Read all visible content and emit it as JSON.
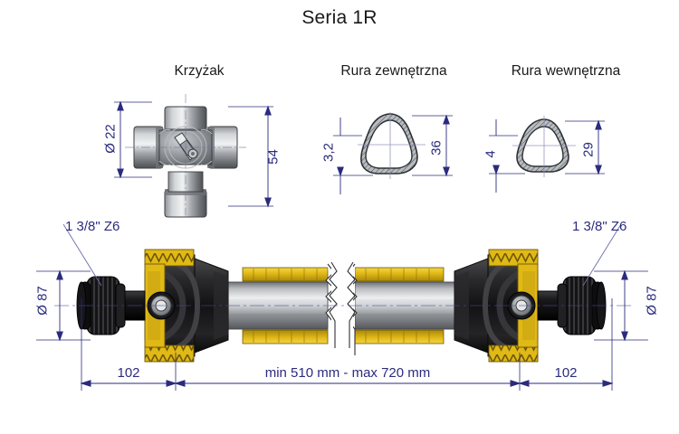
{
  "drawing": {
    "title": "Seria 1R",
    "background_color": "#ffffff",
    "dimension_color": "#2b2b7e",
    "text_color": "#1a1a1a",
    "guard_color": "#e8c11c",
    "body_color": "#1c1c1c",
    "steel_color": "#9a9a9a"
  },
  "parts": {
    "cross": {
      "label": "Krzyżak",
      "dim_diameter": "Ø 22",
      "dim_length": "54"
    },
    "outer_tube": {
      "label": "Rura zewnętrzna",
      "dim_wall": "3,2",
      "dim_size": "36"
    },
    "inner_tube": {
      "label": "Rura wewnętrzna",
      "dim_wall": "4",
      "dim_size": "29"
    }
  },
  "assembly": {
    "spline_left": "1 3/8\" Z6",
    "spline_right": "1 3/8\" Z6",
    "yoke_diameter_left": "Ø 87",
    "yoke_diameter_right": "Ø 87",
    "length_left": "102",
    "length_right": "102",
    "length_center": "min 510 mm - max 720 mm"
  }
}
